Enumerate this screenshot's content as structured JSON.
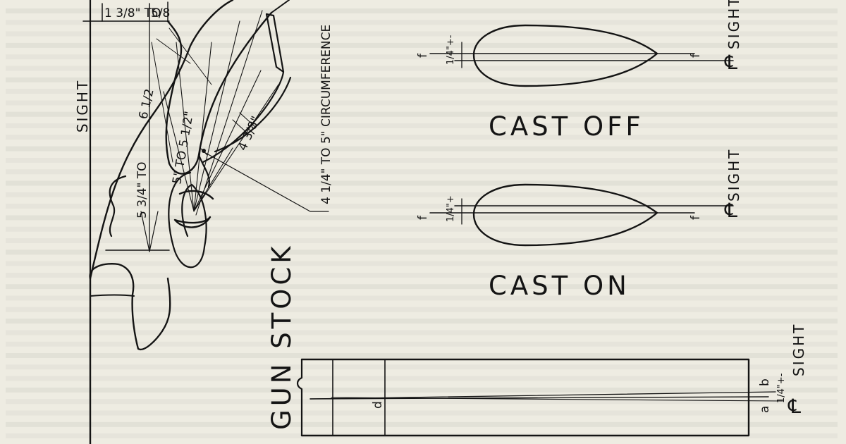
{
  "labels": {
    "title": "GUN STOCK",
    "cast_off": "CAST OFF",
    "cast_on": "CAST ON",
    "sight": "SIGHT",
    "centerline_symbol": "℄"
  },
  "dimensions": {
    "top_range": "1 3/8\" TO",
    "top_value": "5/8",
    "mid_length": "6 1/2",
    "drop_range": "5 3/4\" TO",
    "grip_range": "5\" TO 5 1/2\"",
    "grip_width": "4 3/8\"",
    "circumference": "4 1/4\" TO 5\" CIRCUMFERENCE",
    "cast_off_offset": "1/4\"+-",
    "cast_on_offset": "1/4\"+",
    "bottom_offset": "1/4\"+-"
  },
  "point_labels": {
    "f": "f",
    "a": "a",
    "b": "b",
    "d": "d"
  }
}
